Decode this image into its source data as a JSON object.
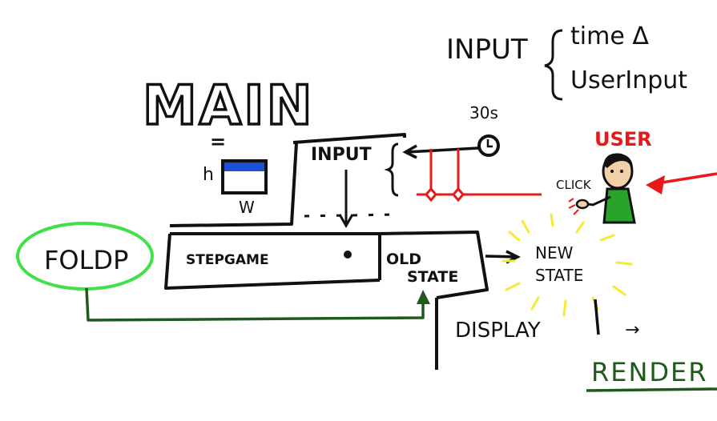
{
  "labels": {
    "main": "MAIN",
    "equals": "=",
    "h": "h",
    "w": "W",
    "input_legend": "INPUT",
    "time_delta": "time Δ",
    "user_input": "UserInput",
    "input_box": "INPUT",
    "timer": "30s",
    "user": "USER",
    "click": "CLICK",
    "foldp": "FOLDP",
    "stepgame": "STEPGAME",
    "old": "OLD",
    "state": "STATE",
    "new": "NEW",
    "new_state": "STATE",
    "display": "DISPLAY",
    "arrow": "→",
    "render": "RENDER"
  },
  "colors": {
    "ink": "#111111",
    "red": "#e8191b",
    "green_circle": "#3fe048",
    "dark_green": "#1f5a1c",
    "blue": "#1e4fd8",
    "yellow": "#f6ea35",
    "shirt_green": "#2aa32a",
    "skin": "#f2d0a8"
  }
}
